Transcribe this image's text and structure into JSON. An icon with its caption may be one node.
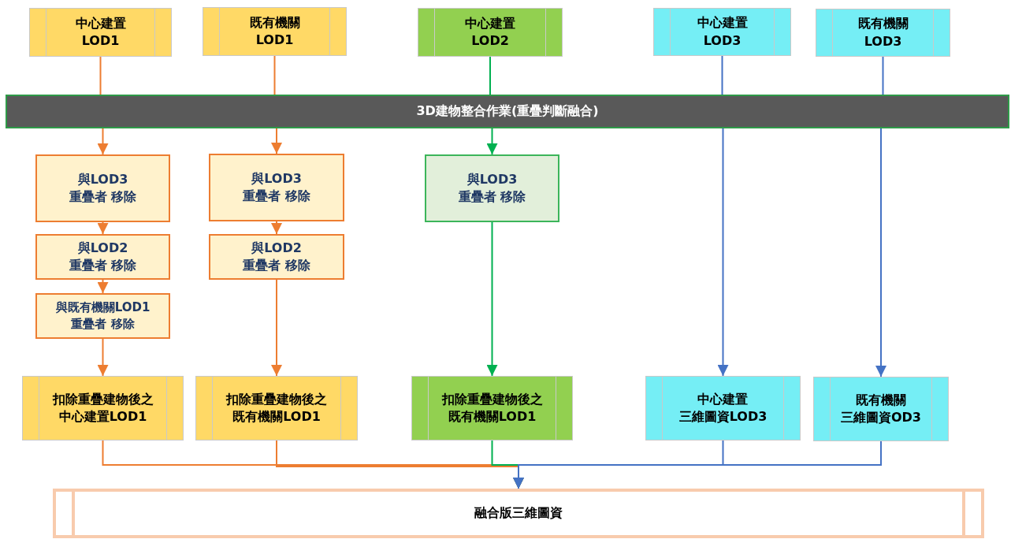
{
  "diagram": {
    "nodes": [
      {
        "text": [
          "中心建置 LOD1"
        ]
      },
      {
        "text": [
          "既有機關 LOD1"
        ]
      },
      {
        "text": [
          "中心建置 LOD2"
        ]
      },
      {
        "text": [
          "中心建置 LOD3"
        ]
      },
      {
        "text": [
          "既有機關 LOD3"
        ]
      },
      {
        "text": [
          "3D建物整合作業(重疊判斷融合)"
        ]
      },
      {
        "text": [
          "與LOD3 重疊者 移除"
        ]
      },
      {
        "text": [
          "與LOD3 重疊者 移除"
        ]
      },
      {
        "text": [
          "與LOD3 重疊者 移除"
        ]
      },
      {
        "text": [
          "與LOD2 重疊者 移除"
        ]
      },
      {
        "text": [
          "與LOD2 重疊者 移除"
        ]
      },
      {
        "text": [
          "與既有機關LOD1 重疊者 移除"
        ]
      },
      {
        "text": [
          "扣除重疊建物後之中心建置LOD1"
        ]
      },
      {
        "text": [
          "扣除重疊建物後之既有機關LOD1"
        ]
      },
      {
        "text": [
          "扣除重疊建物後之既有機關LOD1"
        ]
      },
      {
        "text": [
          "中心建置三維圖資LOD3"
        ]
      },
      {
        "text": [
          "既有機關三維圖資OD3"
        ]
      },
      {
        "text": [
          "融合版三維圖資"
        ]
      }
    ],
    "edges": [
      {
        "from": 0,
        "to": 5,
        "arrow": "none"
      },
      {
        "from": 1,
        "to": 5,
        "arrow": "none"
      },
      {
        "from": 2,
        "to": 5,
        "arrow": "none",
        "color": "#00b050"
      },
      {
        "from": 3,
        "to": 5,
        "arrow": "none",
        "color": "#4472c4"
      },
      {
        "from": 4,
        "to": 5,
        "arrow": "none",
        "color": "#4472c4"
      },
      {
        "from": 5,
        "to": 6,
        "arrow": "to"
      },
      {
        "from": 6,
        "to": 9,
        "arrow": "to"
      },
      {
        "from": 9,
        "to": 11,
        "arrow": "to"
      },
      {
        "from": 11,
        "to": 12,
        "arrow": "to"
      },
      {
        "from": 5,
        "to": 7,
        "arrow": "to"
      },
      {
        "from": 7,
        "to": 10,
        "arrow": "to"
      },
      {
        "from": 10,
        "to": 13,
        "arrow": "to"
      },
      {
        "from": 5,
        "to": 8,
        "arrow": "to",
        "color": "#00b050"
      },
      {
        "from": 8,
        "to": 14,
        "arrow": "to",
        "color": "#00b050"
      },
      {
        "from": 5,
        "to": 15,
        "arrow": "to",
        "color": "#4472c4"
      },
      {
        "from": 5,
        "to": 16,
        "arrow": "to",
        "color": "#4472c4"
      },
      {
        "from": 12,
        "to": 17,
        "arrow": "to"
      },
      {
        "from": 13,
        "to": 17,
        "arrow": "to"
      },
      {
        "from": 14,
        "to": 17,
        "arrow": "to",
        "color": "#00b050"
      },
      {
        "from": 15,
        "to": 17,
        "arrow": "to",
        "color": "#4472c4"
      },
      {
        "from": 16,
        "to": 17,
        "arrow": "to",
        "color": "#4472c4"
      }
    ]
  }
}
